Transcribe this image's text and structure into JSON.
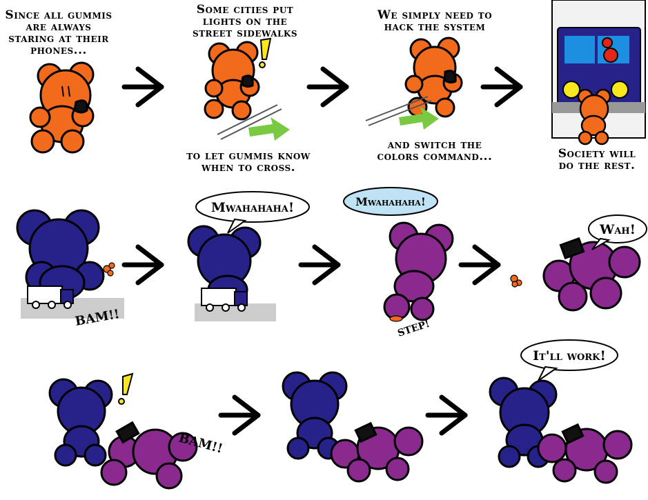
{
  "captions": {
    "c1": [
      "Since all gummis",
      "are always",
      "staring at their",
      "phones..."
    ],
    "c2": [
      "Some cities put",
      "lights on the",
      "street sidewalks"
    ],
    "c3": [
      "to let gummis know",
      "when to cross."
    ],
    "c4": [
      "We simply need to",
      "hack the system"
    ],
    "c5": [
      "and switch the",
      "colors command..."
    ],
    "c6": [
      "Society will",
      "do the rest."
    ]
  },
  "speech": {
    "mwahaha_white": "Mwahahaha!",
    "mwahaha_blue": "Mwahahaha!",
    "wah": "Wah!",
    "itll_work": "It'll work!"
  },
  "sfx": {
    "bam1": "BAM!!",
    "step": "STEP!",
    "bam2": "BAM!!"
  },
  "colors": {
    "orange": "#f26b1d",
    "navy": "#26228a",
    "purple": "#8a2a8e",
    "red": "#e1261c",
    "yellow": "#f8e71c",
    "green": "#7ac943",
    "bubble_blue": "#bfe3f4",
    "screen_blue": "#1c8fe0"
  },
  "icons": [
    "right-arrow-icon",
    "exclamation-icon",
    "phone-icon",
    "green-arrow-icon",
    "truck-icon"
  ]
}
